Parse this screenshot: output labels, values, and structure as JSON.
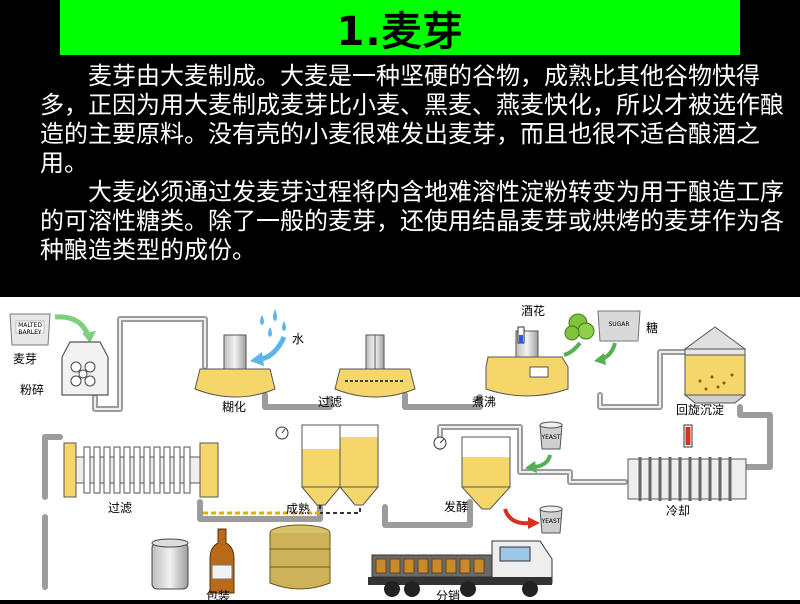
{
  "title": "1.麦芽",
  "paragraphs": [
    "麦芽由大麦制成。大麦是一种坚硬的谷物，成熟比其他谷物快得多，正因为用大麦制成麦芽比小麦、黑麦、燕麦快化，所以才被选作酿造的主要原料。没有壳的小麦很难发出麦芽，而且也很不适合酿酒之用。",
    "大麦必须通过发麦芽过程将内含地难溶性淀粉转变为用于酿造工序的可溶性糖类。除了一般的麦芽，还使用结晶麦芽或烘烤的麦芽作为各种酿造类型的成份。"
  ],
  "diagram": {
    "labels": {
      "malt": "麦芽",
      "crush": "粉碎",
      "water": "水",
      "mash": "糊化",
      "lauter": "过滤",
      "boil": "煮沸",
      "hops": "酒花",
      "sugar": "糖",
      "whirlpool": "回旋沉淀",
      "filter": "过滤",
      "mature": "成熟",
      "ferment": "发酵",
      "cool": "冷却",
      "package": "包装",
      "distribute": "分销"
    },
    "sack_texts": {
      "malted_barley": "MALTED BARLEY",
      "sugar_sack": "SUGAR",
      "yeast_top": "YEAST",
      "yeast_bottom": "YEAST"
    }
  },
  "colors": {
    "title_bar": "#00ff00",
    "liquid": "#f5d66a",
    "pipe": "#9a9a9a",
    "arrow_green": "#3a9a3a",
    "arrow_red": "#d83020"
  }
}
